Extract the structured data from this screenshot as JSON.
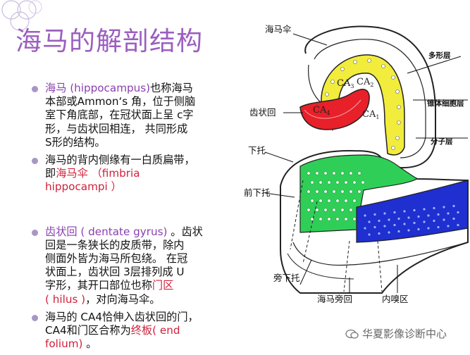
{
  "title": "海马的解剖结构",
  "bullets": [
    {
      "lines": [
        [
          {
            "t": "海马 (hippocampus)",
            "c": "purple"
          },
          {
            "t": "也称海马"
          }
        ],
        [
          {
            "t": "本部或Ammon‘s 角，位于侧脑"
          }
        ],
        [
          {
            "t": "室下角底部，在冠状面上呈 c字"
          }
        ],
        [
          {
            "t": "形，与齿状回相连， 共同形成"
          }
        ],
        [
          {
            "t": "S形的结构。"
          }
        ]
      ]
    },
    {
      "lines": [
        [
          {
            "t": "海马的背内侧缘有一白质扁带，"
          }
        ],
        [
          {
            "t": "即"
          },
          {
            "t": "海马伞 （fimbria",
            "c": "red"
          }
        ],
        [
          {
            "t": "hippocampi ）",
            "c": "red"
          }
        ]
      ]
    },
    {
      "gap_before": true,
      "lines": [
        [
          {
            "t": " 齿状回 ( dentate gyrus)",
            "c": "purple"
          },
          {
            "t": " 。齿状"
          }
        ],
        [
          {
            "t": "回是一条狭长的皮质带，除内"
          }
        ],
        [
          {
            "t": "侧面外皆为海马所包绕。 在冠"
          }
        ],
        [
          {
            "t": "状面上，齿状回 3层排列成 U"
          }
        ],
        [
          {
            "t": "字形，其开口部位也称"
          },
          {
            "t": "门区",
            "c": "red"
          }
        ],
        [
          {
            "t": "( hilus )",
            "c": "red"
          },
          {
            "t": "，对向海马伞。"
          }
        ]
      ]
    },
    {
      "lines": [
        [
          {
            "t": "海马的 CA4恰伸入齿状回的门，"
          }
        ],
        [
          {
            "t": "CA4和门区合称为"
          },
          {
            "t": "终板( end",
            "c": "red"
          }
        ],
        [
          {
            "t": "folium)",
            "c": "red"
          },
          {
            "t": " 。"
          }
        ]
      ]
    }
  ],
  "diagram": {
    "labels": {
      "fimbria": "海马伞",
      "polymorphic": "多形层",
      "pyramidal": "锥体细胞层",
      "dentate": "齿状回",
      "molecular": "分子层",
      "subiculum": "下托",
      "presubiculum": "前下托",
      "parasubiculum": "旁下托",
      "parahippocampal": "海马旁回",
      "entorhinal": "内嗅区"
    },
    "ca": [
      {
        "id": "ca1",
        "base": "CA",
        "sub": "1"
      },
      {
        "id": "ca2",
        "base": "CA",
        "sub": "2"
      },
      {
        "id": "ca3",
        "base": "CA",
        "sub": "3"
      },
      {
        "id": "ca4",
        "base": "CA",
        "sub": "4"
      }
    ]
  },
  "watermark": "华夏影像诊断中心",
  "colors": {
    "title": "#9b5fc0",
    "bullet_dot": "#a896c4",
    "highlight_purple": "#8a3fb0",
    "highlight_red": "#d0213a",
    "yellow_band": "#f2ec3c",
    "red_band": "#e8202a",
    "green_band": "#2fcf57",
    "blue_band": "#1f2fd0"
  }
}
